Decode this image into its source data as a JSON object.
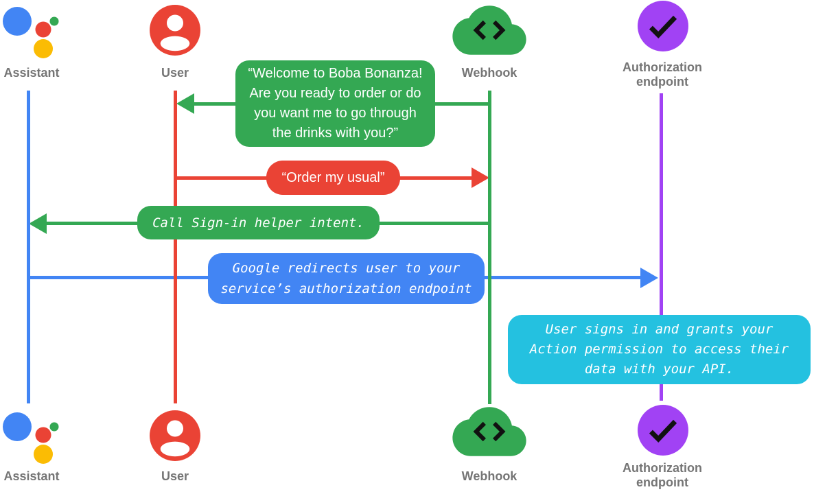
{
  "diagram": {
    "type": "sequence-diagram",
    "actors": {
      "assistant": {
        "label": "Assistant",
        "icon": "google-assistant-icon",
        "lifeline_color": "#4285F4"
      },
      "user": {
        "label": "User",
        "icon": "account-circle-icon",
        "lifeline_color": "#EA4335"
      },
      "webhook": {
        "label": "Webhook",
        "icon": "cloud-code-icon",
        "lifeline_color": "#34A853"
      },
      "auth": {
        "label": "Authorization endpoint",
        "icon": "check-circle-icon",
        "lifeline_color": "#A142F4"
      }
    },
    "messages": {
      "welcome": {
        "from": "Webhook",
        "to": "User",
        "color": "#34A853",
        "text": "“Welcome to Boba Bonanza!\nAre you ready to order or do\nyou want me to go through\nthe drinks with you?”"
      },
      "order": {
        "from": "User",
        "to": "Webhook",
        "color": "#EA4335",
        "text": "“Order my usual”"
      },
      "signin": {
        "from": "Webhook",
        "to": "Assistant",
        "color": "#34A853",
        "text": "Call Sign-in helper intent."
      },
      "redirect": {
        "from": "Assistant",
        "to": "Authorization endpoint",
        "color": "#4285F4",
        "text": "Google redirects user to your\nservice’s authorization endpoint"
      },
      "grant": {
        "note_on": "Authorization endpoint",
        "color": "#24C1E0",
        "text": "User signs in and grants your\nAction permission to access their\ndata with your API."
      }
    },
    "colors": {
      "blue": "#4285F4",
      "red": "#EA4335",
      "green": "#34A853",
      "yellow": "#FBBC04",
      "purple": "#A142F4",
      "cyan": "#24C1E0",
      "label_gray": "#757575",
      "glyph_black": "#111111"
    }
  }
}
